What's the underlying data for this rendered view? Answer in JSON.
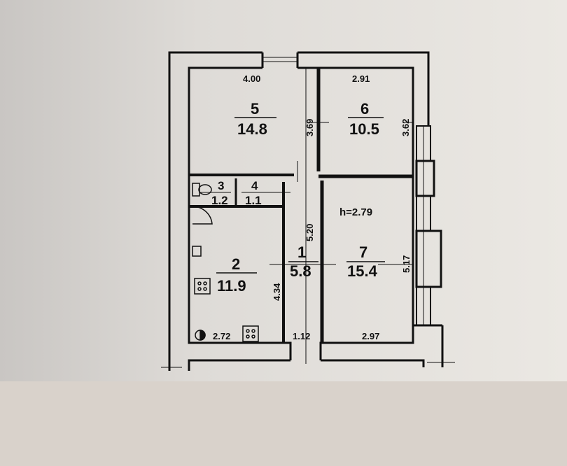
{
  "plan": {
    "ceiling_height": "h=2.79",
    "rooms": [
      {
        "number": "1",
        "area": "5.8",
        "length": "5.20",
        "width": "1.12"
      },
      {
        "number": "2",
        "area": "11.9",
        "length": "4.34",
        "width": "2.72"
      },
      {
        "number": "3",
        "area": "1.2"
      },
      {
        "number": "4",
        "area": "1.1"
      },
      {
        "number": "5",
        "area": "14.8",
        "length": "3.69",
        "width": "4.00"
      },
      {
        "number": "6",
        "area": "10.5",
        "length": "3.62",
        "width": "2.91"
      },
      {
        "number": "7",
        "area": "15.4",
        "length": "5.17",
        "width": "2.97"
      }
    ]
  },
  "colors": {
    "paper": "#e9e6e1",
    "ink": "#111111",
    "shadow": "#bdbab6"
  }
}
